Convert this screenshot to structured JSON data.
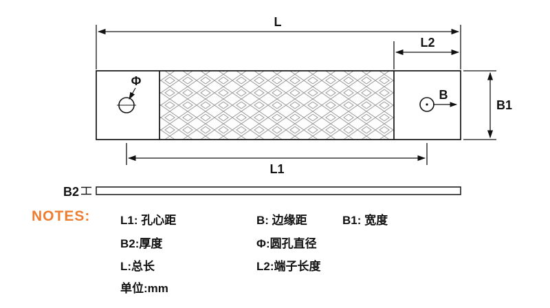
{
  "drawing": {
    "dim_total_length": "L",
    "dim_terminal_length": "L2",
    "dim_hole_distance": "L1",
    "dim_edge_distance": "B",
    "dim_width": "B1",
    "dim_thickness": "B2",
    "dim_hole_diameter": "Φ"
  },
  "notes": {
    "title": "NOTES:",
    "accent_color": "#ED7D31",
    "line_color": "#111111",
    "items": {
      "l1": "L1: 孔心距",
      "b": "B: 边缘距",
      "b1": "B1: 宽度",
      "b2": "B2:厚度",
      "phi": "Φ:圆孔直径",
      "l": "L:总长",
      "l2": "L2:端子长度",
      "unit": "单位:mm"
    }
  }
}
